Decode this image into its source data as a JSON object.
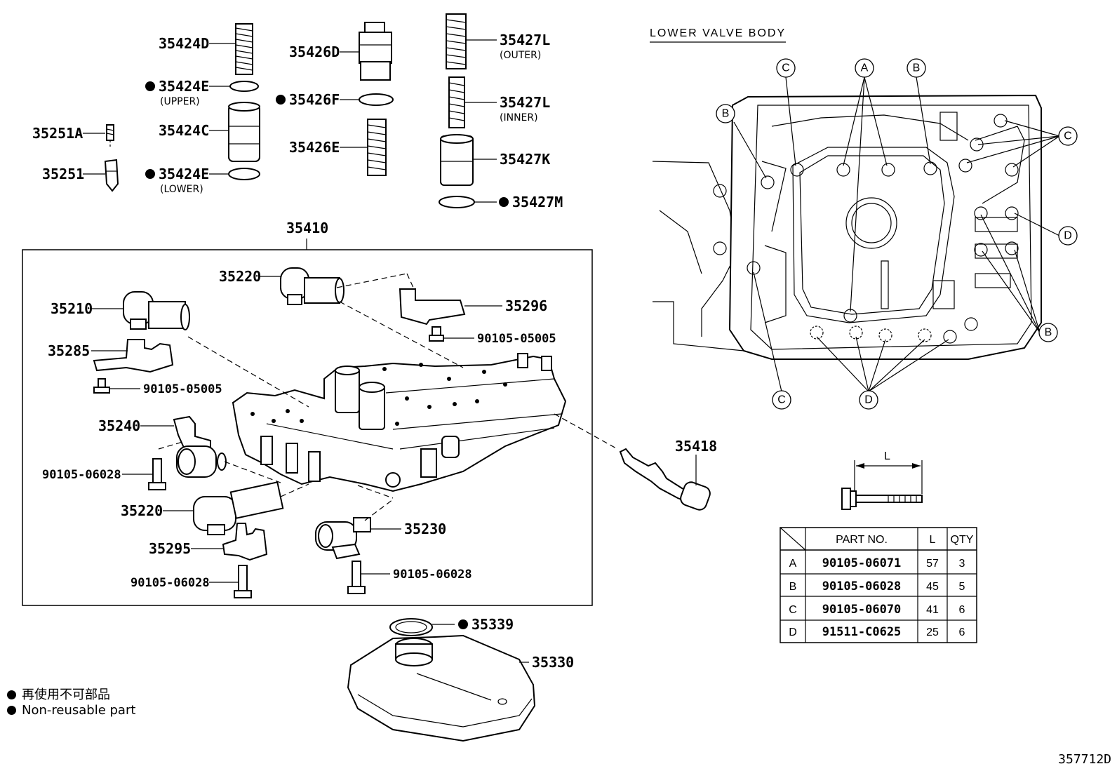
{
  "parts": {
    "p35424D": "35424D",
    "p35424E_upper": "35424E",
    "p35424E_upper_note": "(UPPER)",
    "p35424C": "35424C",
    "p35424E_lower": "35424E",
    "p35424E_lower_note": "(LOWER)",
    "p35251A": "35251A",
    "p35251": "35251",
    "p35426D": "35426D",
    "p35426F": "35426F",
    "p35426E": "35426E",
    "p35427L_outer": "35427L",
    "p35427L_outer_note": "(OUTER)",
    "p35427L_inner": "35427L",
    "p35427L_inner_note": "(INNER)",
    "p35427K": "35427K",
    "p35427M": "35427M",
    "p35410": "35410",
    "p35220_top": "35220",
    "p35210": "35210",
    "p35296": "35296",
    "p90105_05005_a": "90105-05005",
    "p35285": "35285",
    "p90105_05005_b": "90105-05005",
    "p35240": "35240",
    "p90105_06028_a": "90105-06028",
    "p35220_bottom": "35220",
    "p35295": "35295",
    "p90105_06028_b": "90105-06028",
    "p35230": "35230",
    "p90105_06028_c": "90105-06028",
    "p35418": "35418",
    "p35339": "35339",
    "p35330": "35330"
  },
  "lower_valve_body": {
    "title": "LOWER VALVE BODY",
    "callouts": [
      "A",
      "B",
      "B",
      "B",
      "C",
      "C",
      "C",
      "D",
      "D"
    ]
  },
  "bolt_dimension_label": "L",
  "bolt_table": {
    "headers": [
      "PART NO.",
      "L",
      "QTY"
    ],
    "rows": [
      {
        "key": "A",
        "part_no": "90105-06071",
        "l": "57",
        "qty": "3"
      },
      {
        "key": "B",
        "part_no": "90105-06028",
        "l": "45",
        "qty": "5"
      },
      {
        "key": "C",
        "part_no": "90105-06070",
        "l": "41",
        "qty": "6"
      },
      {
        "key": "D",
        "part_no": "91511-C0625",
        "l": "25",
        "qty": "6"
      }
    ]
  },
  "legend": {
    "japanese": "再使用不可部品",
    "english": "Non-reusable part"
  },
  "reference_code": "357712D"
}
